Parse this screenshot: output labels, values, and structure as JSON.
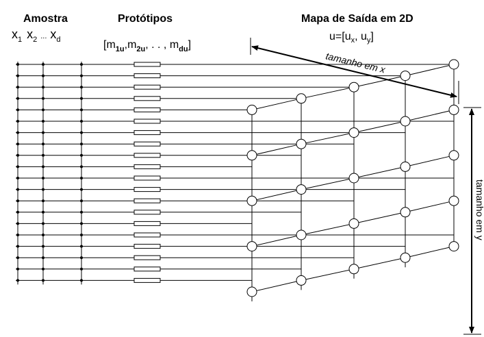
{
  "header": {
    "sample_title": "Amostra",
    "sample_vars": {
      "x": "x",
      "i1": "1",
      "i2": "2",
      "ellipsis": "...",
      "id": "d"
    },
    "prototypes_title": "Protótipos",
    "prototypes_vector": {
      "open": "[m",
      "s1": "1u",
      "comma1": ",m",
      "s2": "2u",
      "dots": ", . . , m",
      "sd": "du",
      "close": "]"
    },
    "map_title": "Mapa de Saída em 2D",
    "map_vector": {
      "open": "u=[u",
      "sx": "x",
      "mid": ", u",
      "sy": "y",
      "close": "]"
    }
  },
  "dimension_labels": {
    "x": "tamanho em x",
    "y": "tamanho em y"
  },
  "diagram": {
    "input_lines": 20,
    "input_columns": 3,
    "map_columns": 5,
    "map_rows": 5
  }
}
